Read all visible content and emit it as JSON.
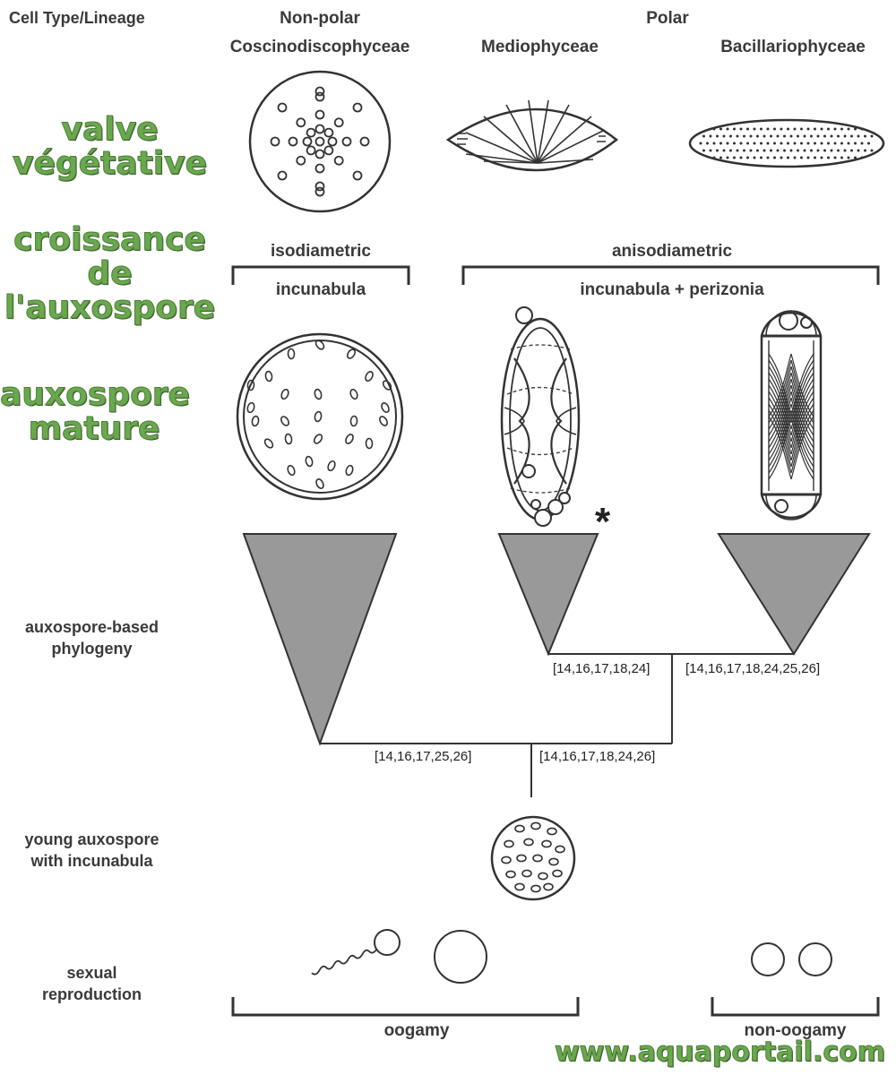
{
  "header": {
    "cell_type": "Cell Type/Lineage",
    "nonpolar": "Non-polar",
    "polar": "Polar",
    "cosc": "Coscinodiscophyceae",
    "medio": "Mediophyceae",
    "bacill": "Bacillariophyceae"
  },
  "french": {
    "valve_1": "valve",
    "valve_2": "végétative",
    "croiss_1": "croissance",
    "croiss_2": "de",
    "croiss_3": "l'auxospore",
    "mature_1": "auxospore",
    "mature_2": "mature"
  },
  "growth": {
    "isodiametric": "isodiametric",
    "anisodiametric": "anisodiametric",
    "incunabula": "incunabula",
    "incunabula_perizonia": "incunabula + perizonia"
  },
  "phylogeny": {
    "label_1": "auxospore-based",
    "label_2": "phylogeny",
    "asterisk": "*",
    "branch_medio": "[14,16,17,18,24]",
    "branch_bacill": "[14,16,17,18,24,25,26]",
    "branch_cosc": "[14,16,17,25,26]",
    "branch_polar": "[14,16,17,18,24,26]"
  },
  "young": {
    "label_1": "young auxospore",
    "label_2": "with incunabula"
  },
  "sexual": {
    "label_1": "sexual",
    "label_2": "reproduction",
    "oogamy": "oogamy",
    "nonoogamy": "non-oogamy"
  },
  "watermark": "www.aquaportail.com",
  "colors": {
    "green": "#6aa84f",
    "triangle": "#999999",
    "line": "#333333"
  }
}
